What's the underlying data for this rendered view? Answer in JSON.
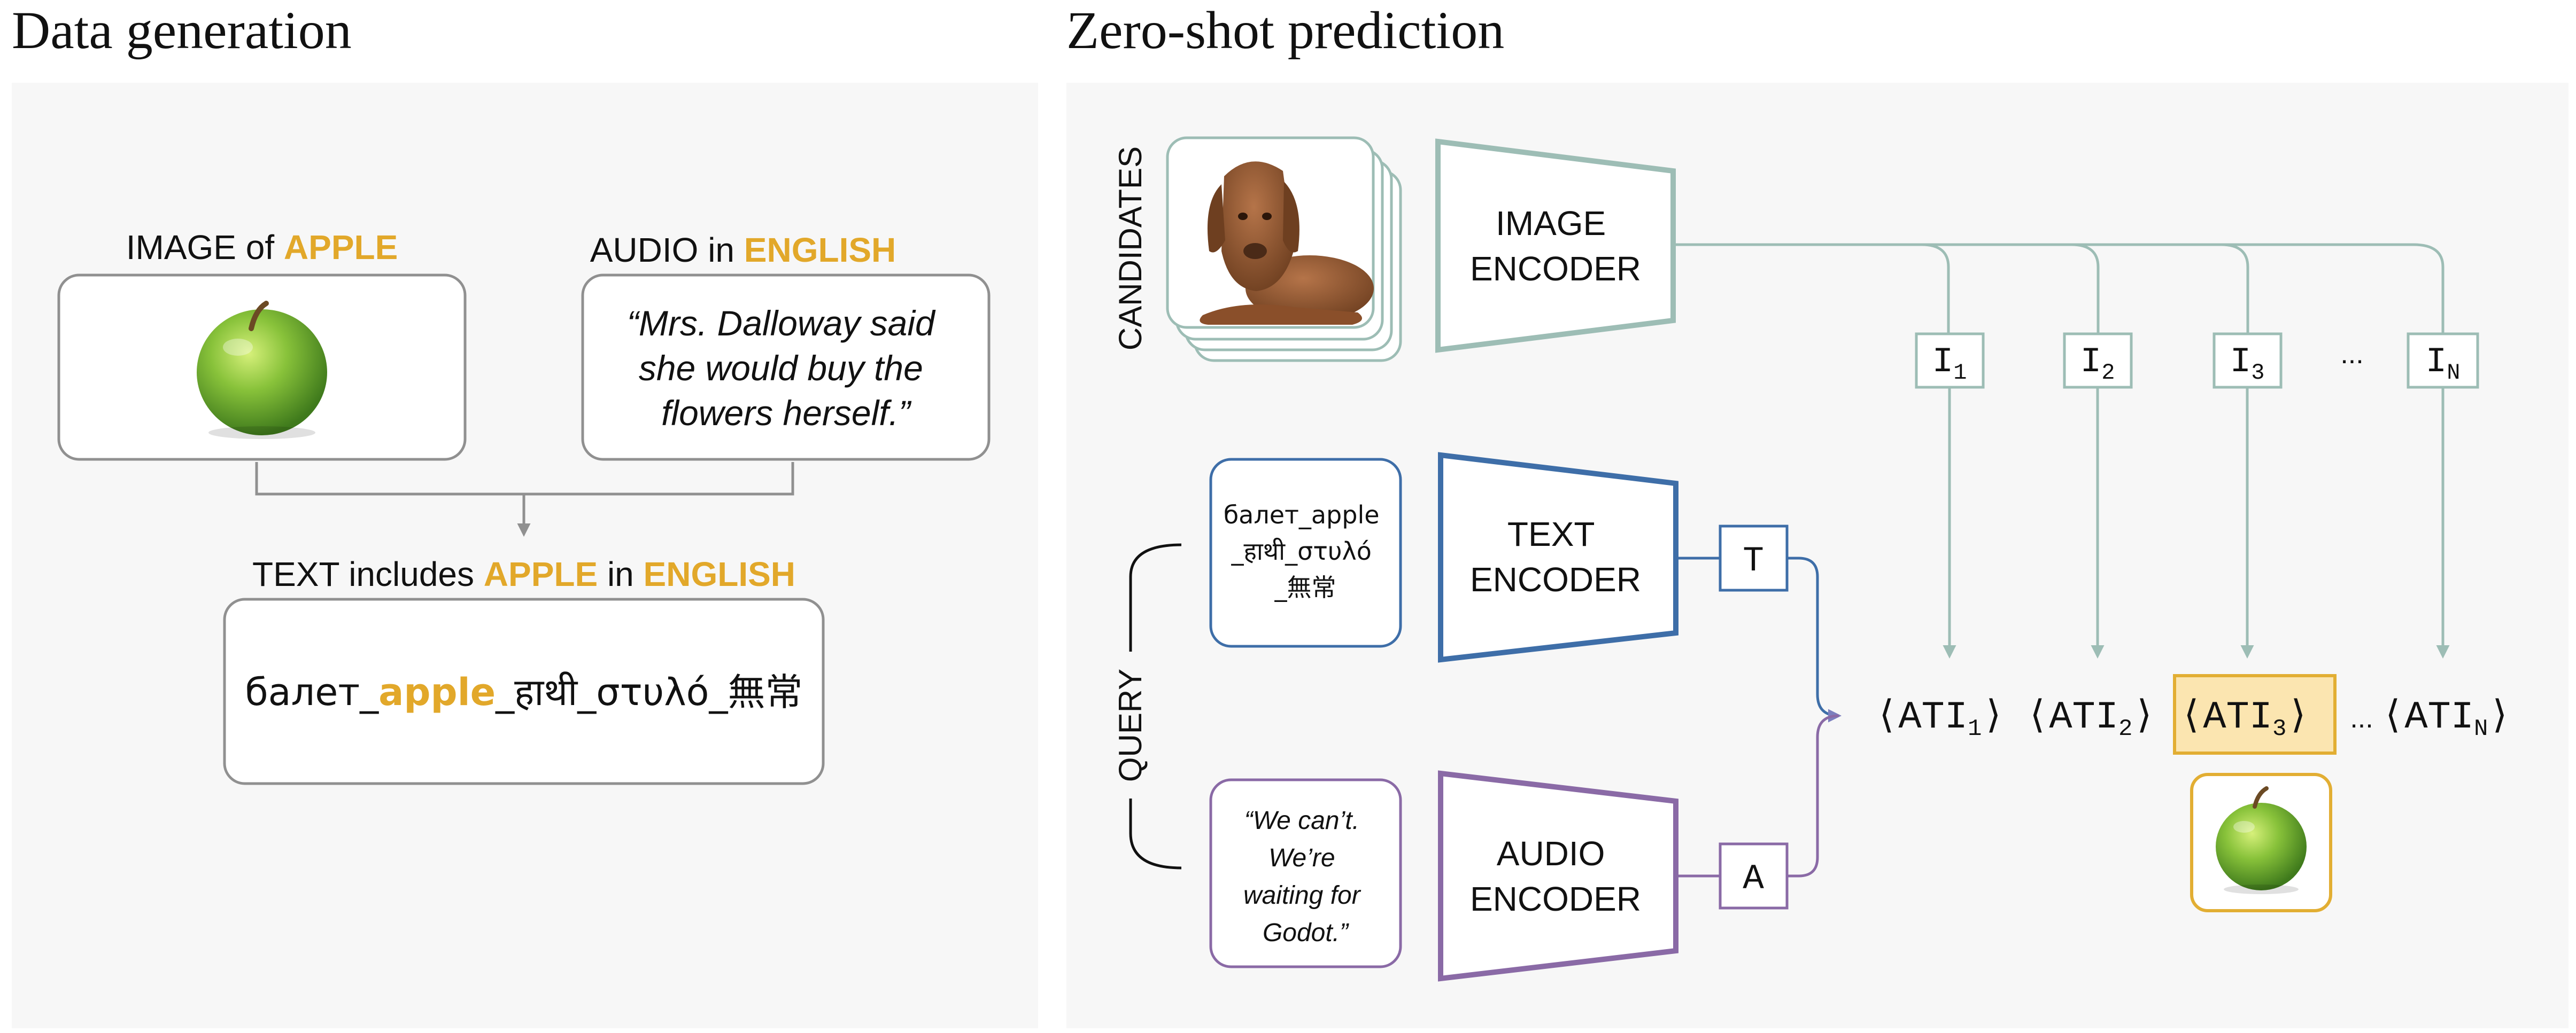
{
  "left_panel": {
    "title": "Data generation",
    "image_caption": {
      "prefix": "IMAGE of ",
      "highlight": "APPLE"
    },
    "audio_caption": {
      "prefix": "AUDIO in ",
      "highlight": "ENGLISH"
    },
    "audio_quote": [
      "“Mrs. Dalloway said",
      "she would buy the",
      "flowers herself.”"
    ],
    "text_caption": {
      "prefix": "TEXT includes ",
      "h1": "APPLE",
      "mid": " in ",
      "h2": "ENGLISH"
    },
    "text_sample": {
      "pre": "балет_",
      "hl": "apple",
      "post": "_हाथी_στυλό_無常"
    }
  },
  "right_panel": {
    "title": "Zero-shot prediction",
    "candidates_label": "CANDIDATES",
    "query_label": "QUERY",
    "image_encoder": [
      "IMAGE",
      "ENCODER"
    ],
    "text_encoder": [
      "TEXT",
      "ENCODER"
    ],
    "audio_encoder": [
      "AUDIO",
      "ENCODER"
    ],
    "text_query": [
      "балет_apple",
      "_हाथी_στυλό",
      "_無常"
    ],
    "audio_query": [
      "“We can’t.",
      "We’re",
      "waiting for",
      "Godot.”"
    ],
    "t_label": "T",
    "a_label": "A",
    "ellipsis": "...",
    "image_embeddings": [
      {
        "base": "I",
        "sub": "1"
      },
      {
        "base": "I",
        "sub": "2"
      },
      {
        "base": "I",
        "sub": "3"
      },
      {
        "base": "I",
        "sub": "N"
      }
    ],
    "scores": [
      {
        "base": "⟨ATI",
        "sub": "1",
        "close": "⟩"
      },
      {
        "base": "⟨ATI",
        "sub": "2",
        "close": "⟩"
      },
      {
        "base": "⟨ATI",
        "sub": "3",
        "close": "⟩"
      },
      {
        "base": "⟨ATI",
        "sub": "N",
        "close": "⟩"
      }
    ]
  },
  "colors": {
    "highlight": "#e2a82a",
    "image_path": "#9dbdb5",
    "text_path": "#3e6ea8",
    "audio_path": "#8a6aa6",
    "panel_bg": "#f7f7f7",
    "box_border": "#909090",
    "selected_fill": "#fbe5b0",
    "selected_border": "#e2ae33"
  }
}
